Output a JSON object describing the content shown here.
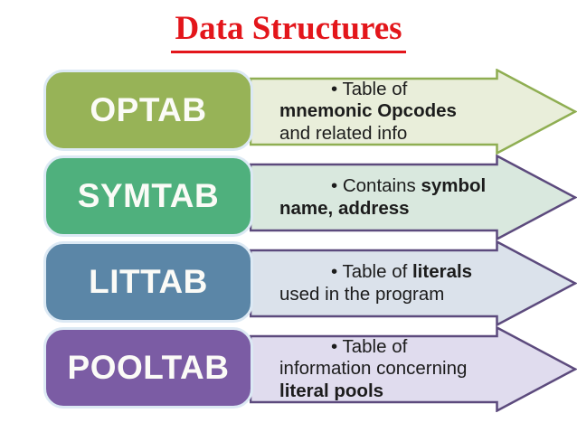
{
  "slide": {
    "title": "Data Structures",
    "title_color": "#e3161b",
    "bullet_char": "•",
    "background": "#ffffff"
  },
  "rows": [
    {
      "label": "OPTAB",
      "box_fill": "#97b357",
      "box_edge": "#dce9f4",
      "arrow_fill": "#e9eeda",
      "arrow_stroke": "#8fae52",
      "description": [
        {
          "text": "Table of ",
          "bold": false
        },
        {
          "text": "mnemonic Opcodes",
          "bold": true
        },
        {
          "text": " and related info",
          "bold": false
        }
      ]
    },
    {
      "label": "SYMTAB",
      "box_fill": "#4fb07d",
      "box_edge": "#dce9f4",
      "arrow_fill": "#d9e8de",
      "arrow_stroke": "#5c4a7d",
      "description": [
        {
          "text": "Contains ",
          "bold": false
        },
        {
          "text": "symbol name, address",
          "bold": true
        }
      ]
    },
    {
      "label": "LITTAB",
      "box_fill": "#5b86a7",
      "box_edge": "#dce9f4",
      "arrow_fill": "#dbe2eb",
      "arrow_stroke": "#5c4a7d",
      "description": [
        {
          "text": "Table of ",
          "bold": false
        },
        {
          "text": "literals",
          "bold": true
        },
        {
          "text": " used in the program",
          "bold": false
        }
      ]
    },
    {
      "label": "POOLTAB",
      "box_fill": "#7b5ca4",
      "box_edge": "#dce9f4",
      "arrow_fill": "#e0dcee",
      "arrow_stroke": "#5c4a7d",
      "description": [
        {
          "text": "Table of  information concerning ",
          "bold": false
        },
        {
          "text": "literal pools",
          "bold": true
        }
      ]
    }
  ]
}
